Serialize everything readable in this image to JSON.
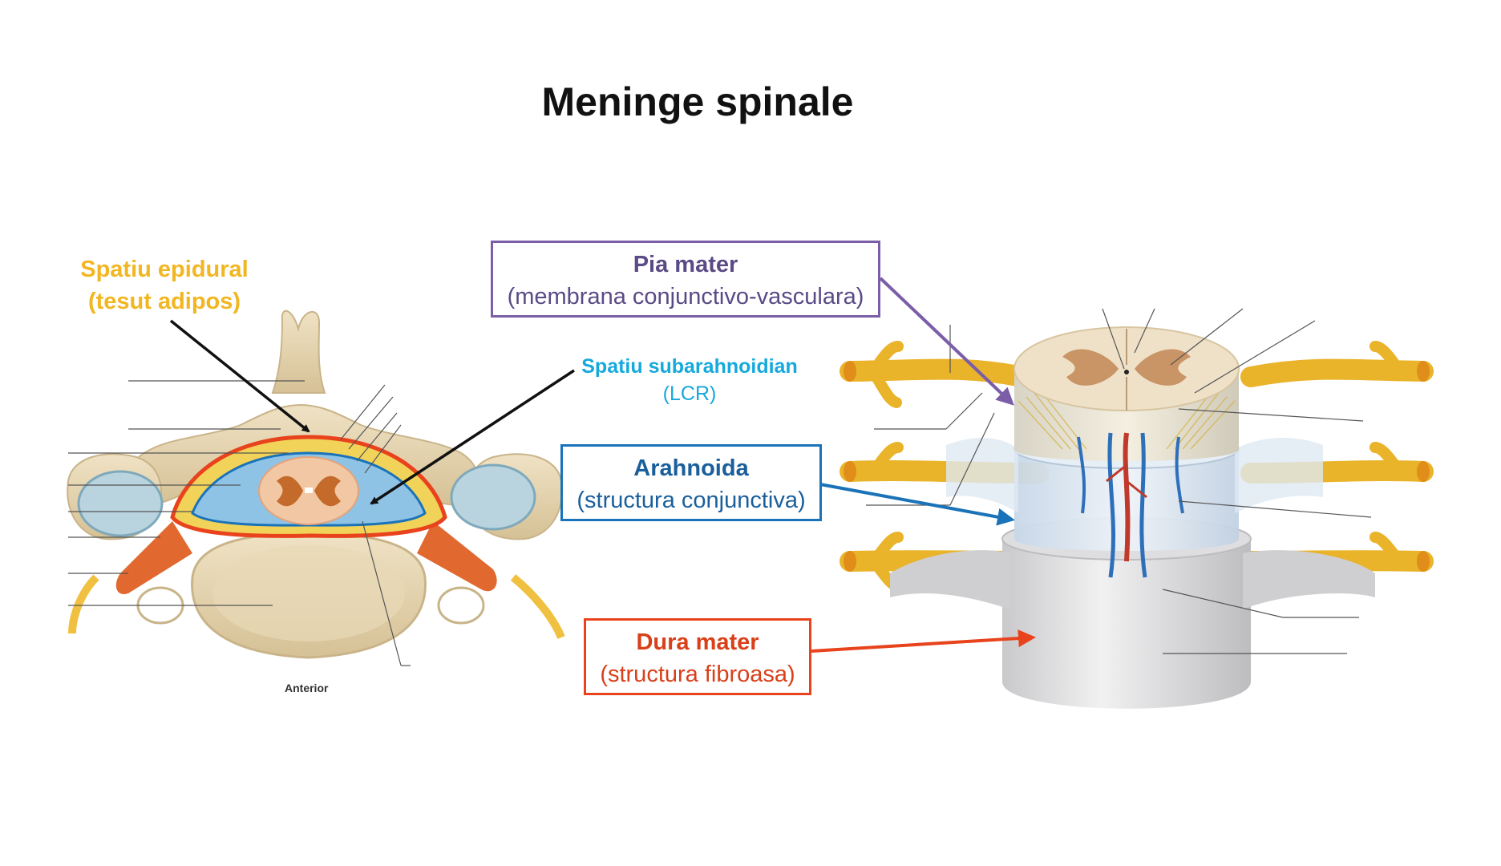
{
  "title": "Meninge spinale",
  "colors": {
    "epidural": "#f2b620",
    "subarachnoid": "#16a9dc",
    "pia": "#7b5ea7",
    "arachnoid": "#1a73b8",
    "dura": "#e8431c"
  },
  "left_figure": {
    "anterior_label": "Anterior",
    "epidural": {
      "title": "Spatiu epidural",
      "subtitle": "(tesut adipos)"
    },
    "subarachnoid": {
      "title": "Spatiu subarahnoidian",
      "subtitle": "(LCR)"
    }
  },
  "right_figure": {
    "pia": {
      "title": "Pia mater",
      "subtitle": "(membrana conjunctivo-vasculara)"
    },
    "arachnoid": {
      "title": "Arahnoida",
      "subtitle": "(structura conjunctiva)"
    },
    "dura": {
      "title": "Dura mater",
      "subtitle": "(structura fibroasa)"
    }
  }
}
